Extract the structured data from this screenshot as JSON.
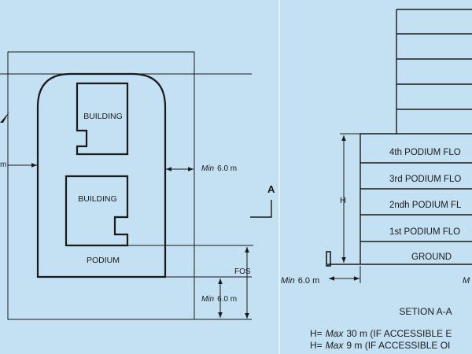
{
  "plan": {
    "building_top_label": "BUILDING",
    "building_bottom_label": "BUILDING",
    "podium_label": "PODIUM",
    "left_dim_unit": "m",
    "right_dim": {
      "prefix": "Min",
      "value": "6.0 m"
    },
    "bottom_dim": {
      "prefix": "Min",
      "value": "6.0 m"
    },
    "fos_label": "FOS",
    "section_marker": "A"
  },
  "section": {
    "floors": [
      "4th PODIUM FLO",
      "3rd PODIUM FLO",
      "2ndh PODIUM FL",
      "1st PODIUM FLO"
    ],
    "ground_label": "GROUND",
    "height_label": "H",
    "left_dim": {
      "prefix": "Min",
      "value": "6.0 m"
    },
    "right_cut_label": "M",
    "title": "SETION A-A",
    "notes": [
      {
        "prefix": "H=",
        "emph": "Max",
        "text": "30 m (IF ACCESSIBLE E"
      },
      {
        "prefix": "H=",
        "emph": "Max",
        "text": "9 m (IF ACCESSIBLE OI"
      }
    ]
  }
}
